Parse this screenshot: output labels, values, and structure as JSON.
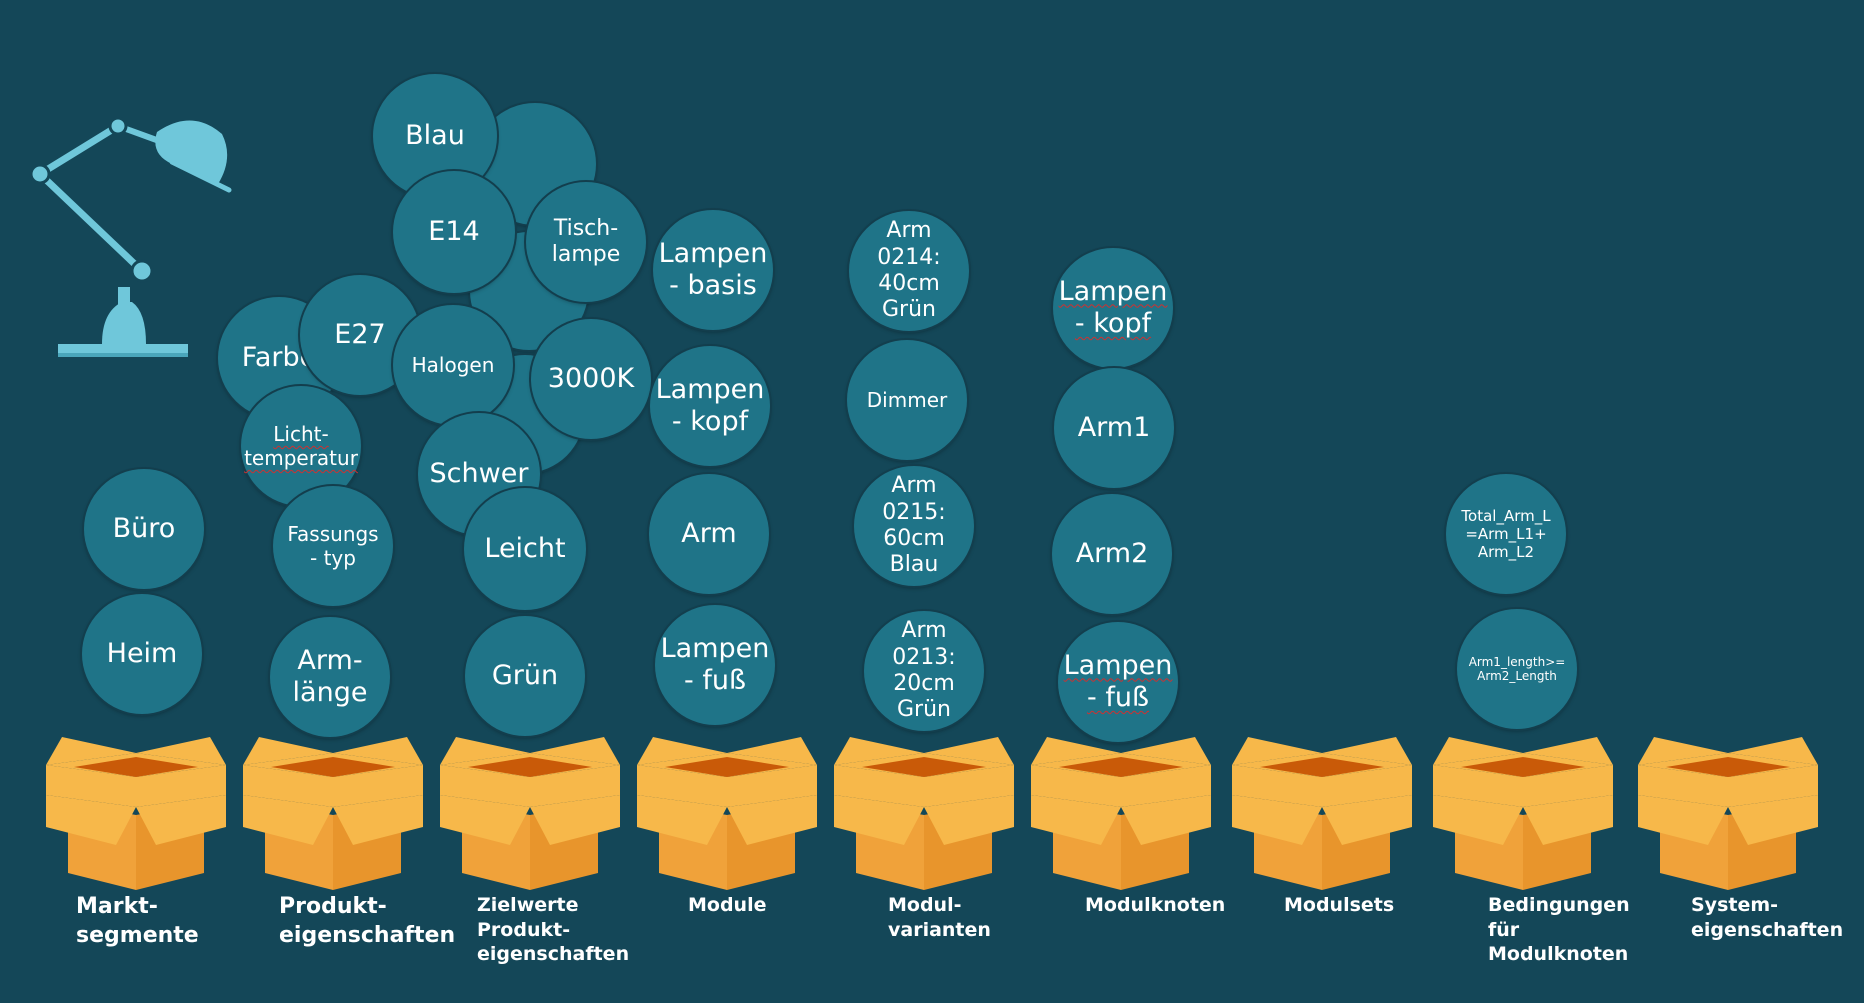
{
  "bubbles": {
    "buero": "Büro",
    "heim": "Heim",
    "farbe": "Farbe",
    "e27": "E27",
    "lichttemperatur": "Licht-\ntemperatur",
    "fassungstyp": "Fassungs\n- typ",
    "armlaenge": "Arm-\nlänge",
    "blau": "Blau",
    "e14": "E14",
    "tischlampe": "Tisch-\nlampe",
    "halogen": "Halogen",
    "k3000": "3000K",
    "schwer": "Schwer",
    "leicht": "Leicht",
    "gruen": "Grün",
    "lampenbasis": "Lampen\n- basis",
    "lampenkopf": "Lampen\n- kopf",
    "arm": "Arm",
    "lampenfuss": "Lampen\n- fuß",
    "arm0214": "Arm\n0214:\n40cm\nGrün",
    "dimmer": "Dimmer",
    "arm0215": "Arm\n0215:\n60cm\nBlau",
    "arm0213": "Arm\n0213:\n20cm\nGrün",
    "knoten_lampenkopf": "Lampen\n- kopf",
    "arm1": "Arm1",
    "arm2": "Arm2",
    "knoten_lampenfuss": "Lampen\n- fuß",
    "total_arm": "Total_Arm_L\n=Arm_L1+\nArm_L2",
    "arm_length_cond": "Arm1_length>=\nArm2_Length"
  },
  "captions": {
    "marktsegmente": "Markt-\nsegmente",
    "produkteigenschaften": "Produkt-\neigenschaften",
    "zielwerte": "Zielwerte\nProdukt-\neigenschaften",
    "module": "Module",
    "modulvarianten": "Modul-\nvarianten",
    "modulknoten": "Modulknoten",
    "modulsets": "Modulsets",
    "bedingungen": "Bedingungen\nfür\nModulknoten",
    "systemeigenschaften": "System-\neigenschaften"
  },
  "colors": {
    "background": "#144758",
    "bubble": "#1f7488",
    "box_front": "#f0a23a",
    "box_flap": "#f7b84a",
    "box_inside": "#c95a08",
    "lamp": "#6fc7da"
  },
  "icons": [
    "desk-lamp-icon",
    "open-box-icon"
  ]
}
